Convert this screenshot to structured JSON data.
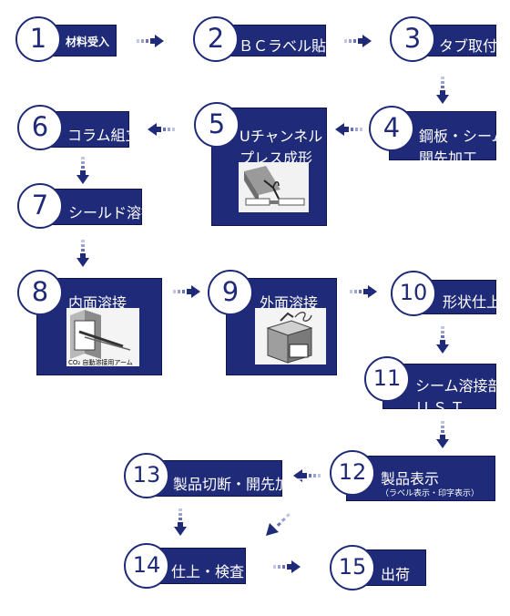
{
  "steps": [
    {
      "num": "1",
      "label": "材料受入"
    },
    {
      "num": "2",
      "label": "ＢＣラベル貼付"
    },
    {
      "num": "3",
      "label": "タブ取付"
    },
    {
      "num": "4",
      "label": "鋼板・シーム",
      "label2": "開先加工"
    },
    {
      "num": "5",
      "label": "Uチャンネル",
      "label2": "プレス成形"
    },
    {
      "num": "6",
      "label": "コラム組立"
    },
    {
      "num": "7",
      "label": "シールド溶接"
    },
    {
      "num": "8",
      "label": "内面溶接",
      "caption": "CO₂ 自動溶接用アーム"
    },
    {
      "num": "9",
      "label": "外面溶接"
    },
    {
      "num": "10",
      "label": "形状仕上"
    },
    {
      "num": "11",
      "label": "シーム溶接部",
      "label2": "ＵＳＴ"
    },
    {
      "num": "12",
      "label": "製品表示",
      "label2": "（ラベル表示・印字表示）"
    },
    {
      "num": "13",
      "label": "製品切断・開先加工"
    },
    {
      "num": "14",
      "label": "仕上・検査"
    },
    {
      "num": "15",
      "label": "出荷"
    }
  ],
  "colors": {
    "box": "#1f2a78",
    "arrow": "#1f2a78",
    "arrow_light": "#8a90c4"
  }
}
